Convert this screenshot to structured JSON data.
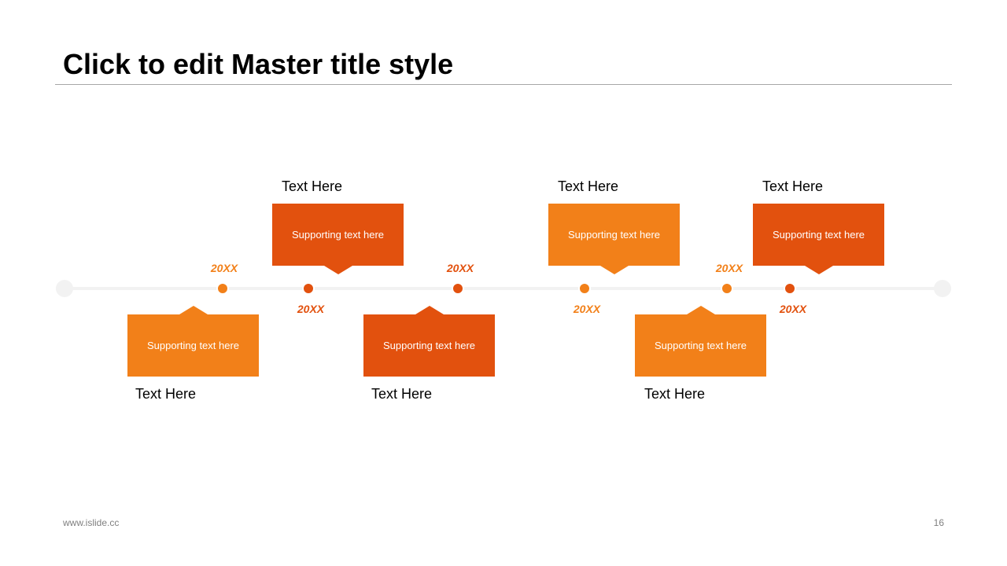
{
  "slide": {
    "title": "Click to edit Master title style",
    "footer_url": "www.islide.cc",
    "page_number": "16"
  },
  "colors": {
    "dark_orange": "#e2510e",
    "orange": "#f28019",
    "track": "#f2f2f2",
    "rule": "#a6a6a6"
  },
  "milestones": [
    {
      "year": "20XX",
      "box_text": "Supporting  text here",
      "label": "Text Here",
      "color": "#f28019"
    },
    {
      "year": "20XX",
      "box_text": "Supporting  text here",
      "label": "Text Here",
      "color": "#e2510e"
    },
    {
      "year": "20XX",
      "box_text": "Supporting  text here",
      "label": "Text Here",
      "color": "#e2510e"
    },
    {
      "year": "20XX",
      "box_text": "Supporting  text here",
      "label": "Text Here",
      "color": "#f28019"
    },
    {
      "year": "20XX",
      "box_text": "Supporting  text here",
      "label": "Text Here",
      "color": "#f28019"
    },
    {
      "year": "20XX",
      "box_text": "Supporting  text here",
      "label": "Text Here",
      "color": "#e2510e"
    }
  ]
}
